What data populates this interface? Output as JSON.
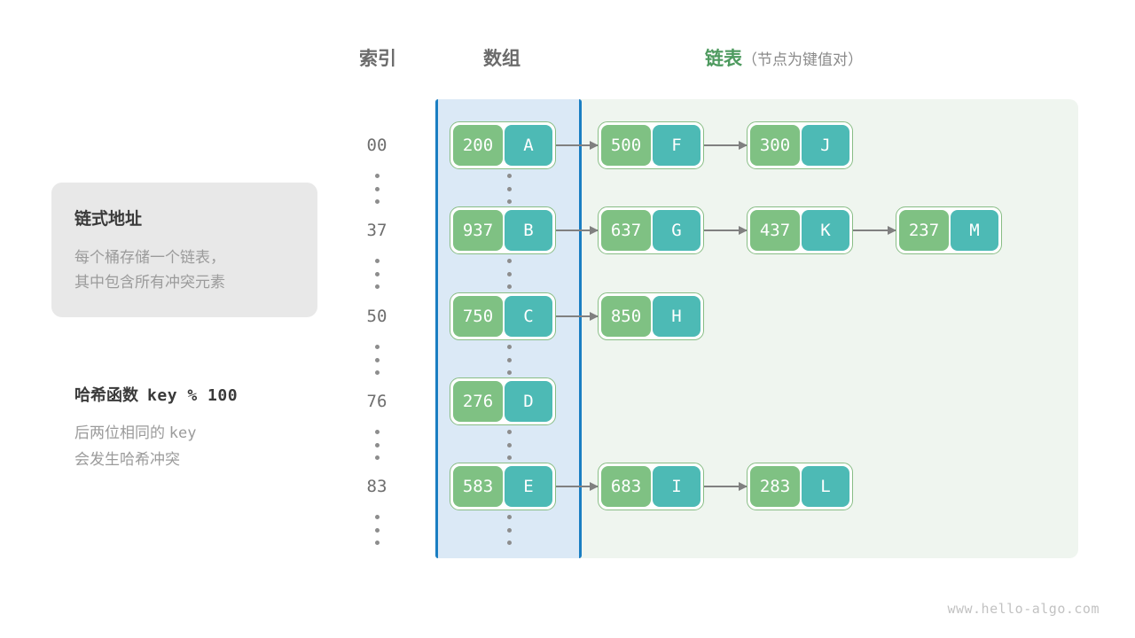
{
  "headers": {
    "index": "索引",
    "array": "数组",
    "list_accent": "链表",
    "list_sub": "（节点为键值对）"
  },
  "info_card": {
    "title": "链式地址",
    "line1": "每个桶存储一个链表，",
    "line2": "其中包含所有冲突元素"
  },
  "note": {
    "title_label": "哈希函数",
    "title_expr": "key % 100",
    "line1_pre": "后两位相同的",
    "line1_mono": "key",
    "line2": "会发生哈希冲突"
  },
  "colors": {
    "key_green": "#7fc183",
    "value_teal": "#4dbab5",
    "node_outline": "#88bd85",
    "array_bg": "#dbe9f6",
    "array_border": "#1a7ec2",
    "list_bg": "#eff5ef",
    "arrow_gray": "#808080",
    "accent_green": "#4e9a5f"
  },
  "rows": [
    {
      "index": "00",
      "nodes": [
        {
          "key": "200",
          "value": "A"
        },
        {
          "key": "500",
          "value": "F"
        },
        {
          "key": "300",
          "value": "J"
        }
      ]
    },
    {
      "index": "37",
      "nodes": [
        {
          "key": "937",
          "value": "B"
        },
        {
          "key": "637",
          "value": "G"
        },
        {
          "key": "437",
          "value": "K"
        },
        {
          "key": "237",
          "value": "M"
        }
      ]
    },
    {
      "index": "50",
      "nodes": [
        {
          "key": "750",
          "value": "C"
        },
        {
          "key": "850",
          "value": "H"
        }
      ]
    },
    {
      "index": "76",
      "nodes": [
        {
          "key": "276",
          "value": "D"
        }
      ]
    },
    {
      "index": "83",
      "nodes": [
        {
          "key": "583",
          "value": "E"
        },
        {
          "key": "683",
          "value": "I"
        },
        {
          "key": "283",
          "value": "L"
        }
      ]
    }
  ],
  "watermark": "www.hello-algo.com"
}
